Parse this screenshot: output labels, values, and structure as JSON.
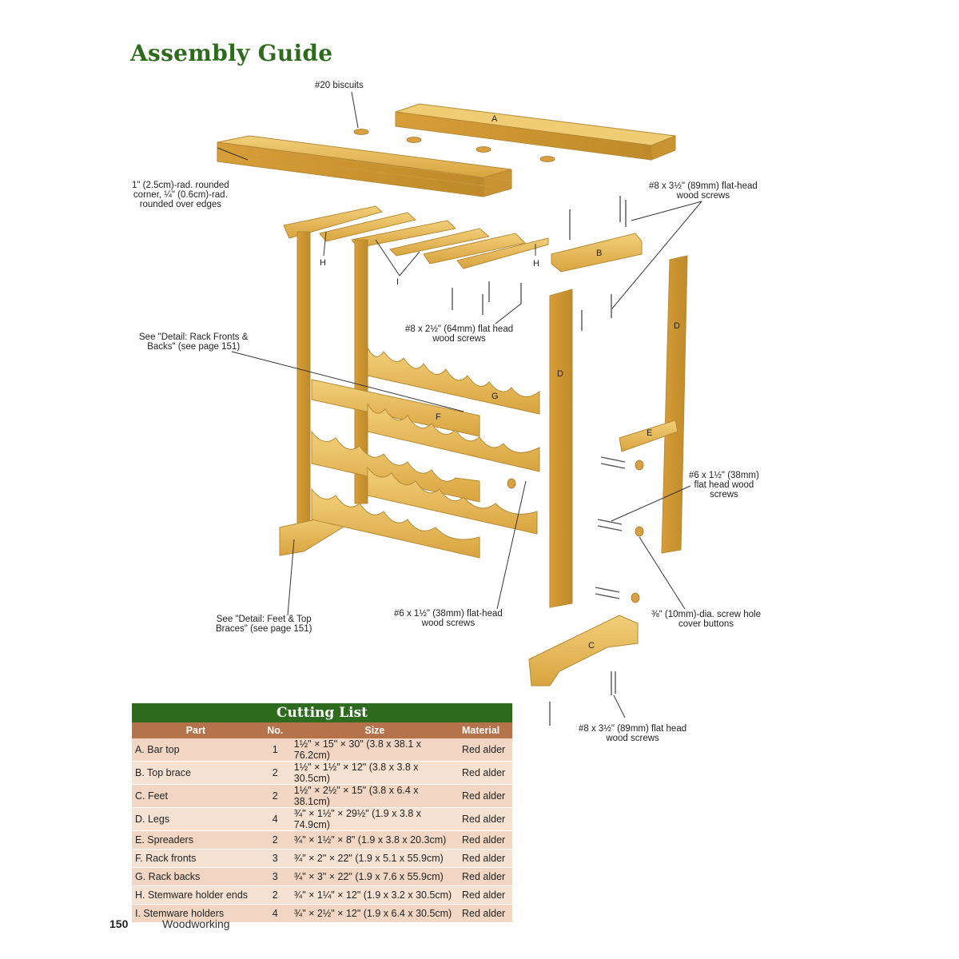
{
  "page_title": "Assembly Guide",
  "callouts": {
    "biscuits": "#20 biscuits",
    "rounded_line1": "1\" (2.5cm)-rad. rounded",
    "rounded_line2": "corner, ¼\" (0.6cm)-rad.",
    "rounded_line3": "rounded over edges",
    "screws_top_right_line1": "#8 x 3½\" (89mm) flat-head",
    "screws_top_right_line2": "wood screws",
    "screws_middle_line1": "#8 x 2½\" (64mm) flat head",
    "screws_middle_line2": "wood screws",
    "rack_detail_line1": "See \"Detail: Rack Fronts &",
    "rack_detail_line2": "Backs\" (see page 151)",
    "screws_right_line1": "#6 x 1½\" (38mm)",
    "screws_right_line2": "flat head wood",
    "screws_right_line3": "screws",
    "feet_detail_line1": "See \"Detail: Feet & Top",
    "feet_detail_line2": "Braces\" (see page 151)",
    "screws_bottom_line1": "#6 x 1½\" (38mm) flat-head",
    "screws_bottom_line2": "wood screws",
    "buttons_line1": "⅜\" (10mm)-dia. screw hole",
    "buttons_line2": "cover buttons",
    "screws_feet_line1": "#8 x 3½\" (89mm) flat head",
    "screws_feet_line2": "wood screws"
  },
  "part_letters": {
    "A": "A",
    "B": "B",
    "C": "C",
    "D": "D",
    "E": "E",
    "F": "F",
    "G": "G",
    "H": "H",
    "I": "I"
  },
  "cutting_list": {
    "title": "Cutting List",
    "headers": {
      "part": "Part",
      "no": "No.",
      "size": "Size",
      "material": "Material"
    },
    "rows": [
      {
        "part": "A.  Bar top",
        "no": "1",
        "size": "1½\" × 15\" × 30\" (3.8 x 38.1 x 76.2cm)",
        "material": "Red alder"
      },
      {
        "part": "B.  Top brace",
        "no": "2",
        "size": "1½\" × 1½\" × 12\" (3.8 x 3.8 x 30.5cm)",
        "material": "Red alder"
      },
      {
        "part": "C.  Feet",
        "no": "2",
        "size": "1½\" × 2½\" × 15\" (3.8 x 6.4 x 38.1cm)",
        "material": "Red alder"
      },
      {
        "part": "D.  Legs",
        "no": "4",
        "size": "¾\" × 1½\" × 29½\" (1.9 x 3.8 x 74.9cm)",
        "material": "Red alder"
      },
      {
        "part": "E.  Spreaders",
        "no": "2",
        "size": "¾\" × 1½\" × 8\" (1.9 x 3.8 x 20.3cm)",
        "material": "Red alder"
      },
      {
        "part": "F.  Rack fronts",
        "no": "3",
        "size": "¾\" × 2\" × 22\" (1.9 x 5.1 x 55.9cm)",
        "material": "Red alder"
      },
      {
        "part": "G.  Rack backs",
        "no": "3",
        "size": "¾\" × 3\" × 22\" (1.9 x 7.6 x 55.9cm)",
        "material": "Red alder"
      },
      {
        "part": "H.  Stemware holder ends",
        "no": "2",
        "size": "¾\" × 1¼\" × 12\" (1.9 x 3.2 x 30.5cm)",
        "material": "Red alder"
      },
      {
        "part": "I.  Stemware holders",
        "no": "4",
        "size": "¾\" × 2½\" × 12\" (1.9 x 6.4 x 30.5cm)",
        "material": "Red alder"
      }
    ]
  },
  "footer": {
    "page_number": "150",
    "section": "Woodworking"
  },
  "colors": {
    "title_green": "#2f6b1f",
    "header_brown": "#b5734b",
    "wood": "#e3b04b",
    "wood_dark": "#b98a2c"
  }
}
